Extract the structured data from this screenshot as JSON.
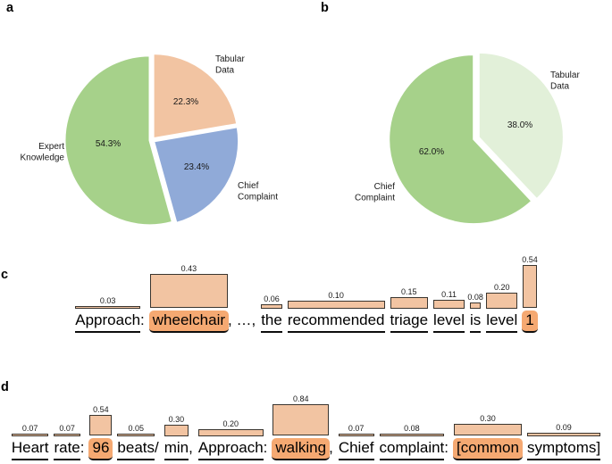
{
  "figure": {
    "panel_labels": {
      "a": "a",
      "b": "b",
      "c": "c",
      "d": "d"
    }
  },
  "colors": {
    "pie_green": "#a6d18a",
    "pie_light_green": "#e2f0d9",
    "pie_peach": "#f2c4a2",
    "pie_blue": "#90aad8",
    "bar_fill": "#f2c4a2",
    "bar_border": "#3a352f",
    "highlight_orange": "#f5a972",
    "text": "#1a1a1a"
  },
  "chart_data": [
    {
      "panel": "a",
      "type": "pie",
      "start_angle_deg": 90,
      "direction": "clockwise",
      "slices": [
        {
          "label": "Tabular Data",
          "value": 22.3,
          "pct_label": "22.3%",
          "color": "#f2c4a2"
        },
        {
          "label": "Chief Complaint",
          "value": 23.4,
          "pct_label": "23.4%",
          "color": "#90aad8"
        },
        {
          "label": "Expert Knowledge",
          "value": 54.3,
          "pct_label": "54.3%",
          "color": "#a6d18a"
        }
      ]
    },
    {
      "panel": "b",
      "type": "pie",
      "start_angle_deg": 90,
      "direction": "clockwise",
      "slices": [
        {
          "label": "Tabular Data",
          "value": 38.0,
          "pct_label": "38.0%",
          "color": "#e2f0d9"
        },
        {
          "label": "Chief Complaint",
          "value": 62.0,
          "pct_label": "62.0%",
          "color": "#a6d18a"
        }
      ]
    },
    {
      "panel": "c",
      "type": "bar",
      "sentence": "Approach: wheelchair, …, the recommended triage level is level 1",
      "ylim": [
        0,
        0.6
      ],
      "tokens": [
        {
          "text": "Approach",
          "after": ":",
          "value": 0.03,
          "label": "0.03",
          "highlight": false
        },
        {
          "text": "wheelchair",
          "after": ", …,",
          "value": 0.43,
          "label": "0.43",
          "highlight": true
        },
        {
          "text": "the",
          "after": "",
          "value": 0.06,
          "label": "0.06",
          "highlight": false
        },
        {
          "text": "recommended",
          "after": "",
          "value": 0.1,
          "label": "0.10",
          "highlight": false
        },
        {
          "text": "triage",
          "after": "",
          "value": 0.15,
          "label": "0.15",
          "highlight": false
        },
        {
          "text": "level",
          "after": "",
          "value": 0.11,
          "label": "0.11",
          "highlight": false
        },
        {
          "text": "is",
          "after": "",
          "value": 0.08,
          "label": "0.08",
          "highlight": false
        },
        {
          "text": "level",
          "after": "",
          "value": 0.2,
          "label": "0.20",
          "highlight": false
        },
        {
          "text": "1",
          "after": "",
          "value": 0.54,
          "label": "0.54",
          "highlight": true
        }
      ]
    },
    {
      "panel": "d",
      "type": "bar",
      "sentence": "Heart rate: 96 beats/min, Approach: walking, Chief complaint: [common symptoms]",
      "ylim": [
        0,
        0.9
      ],
      "tokens": [
        {
          "text": "Heart",
          "after": "",
          "value": 0.07,
          "label": "0.07",
          "highlight": false
        },
        {
          "text": "rate",
          "after": ":",
          "value": 0.07,
          "label": "0.07",
          "highlight": false
        },
        {
          "text": "96",
          "after": "",
          "value": 0.54,
          "label": "0.54",
          "highlight": true
        },
        {
          "text": "beats",
          "after": "/",
          "value": 0.05,
          "label": "0.05",
          "highlight": false
        },
        {
          "text": "min",
          "after": ",",
          "value": 0.3,
          "label": "0.30",
          "highlight": false
        },
        {
          "text": "Approach",
          "after": ":",
          "value": 0.2,
          "label": "0.20",
          "highlight": false
        },
        {
          "text": "walking",
          "after": ",",
          "value": 0.84,
          "label": "0.84",
          "highlight": true
        },
        {
          "text": "Chief",
          "after": "",
          "value": 0.07,
          "label": "0.07",
          "highlight": false
        },
        {
          "text": "complaint",
          "after": ":",
          "value": 0.08,
          "label": "0.08",
          "highlight": false
        },
        {
          "text": "[common",
          "after": "",
          "value": 0.3,
          "label": "0.30",
          "highlight": true
        },
        {
          "text": "symptoms]",
          "after": "",
          "value": 0.09,
          "label": "0.09",
          "highlight": false
        }
      ]
    }
  ]
}
